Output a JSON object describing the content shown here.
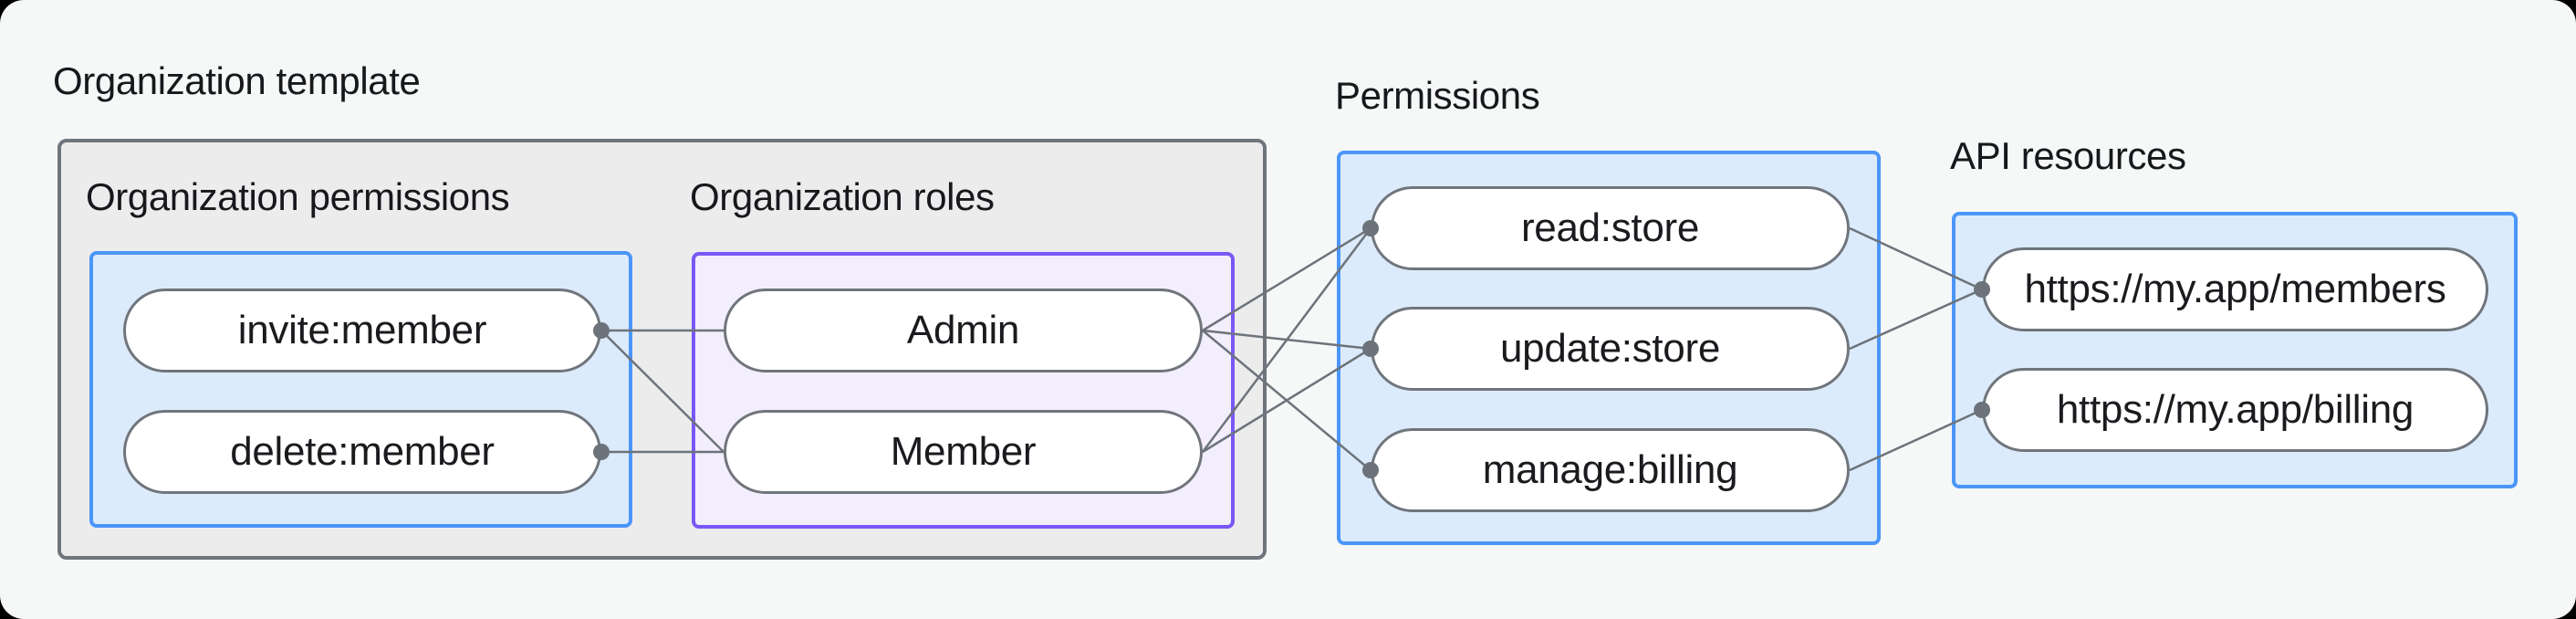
{
  "diagram": {
    "groups": {
      "organization_template": {
        "label": "Organization template"
      },
      "organization_permissions": {
        "label": "Organization permissions"
      },
      "organization_roles": {
        "label": "Organization roles"
      },
      "permissions": {
        "label": "Permissions"
      },
      "api_resources": {
        "label": "API resources"
      }
    },
    "nodes": [
      {
        "id": "invite-member",
        "label": "invite:member",
        "group": "organization_permissions"
      },
      {
        "id": "delete-member",
        "label": "delete:member",
        "group": "organization_permissions"
      },
      {
        "id": "admin",
        "label": "Admin",
        "group": "organization_roles"
      },
      {
        "id": "member",
        "label": "Member",
        "group": "organization_roles"
      },
      {
        "id": "read-store",
        "label": "read:store",
        "group": "permissions"
      },
      {
        "id": "update-store",
        "label": "update:store",
        "group": "permissions"
      },
      {
        "id": "manage-billing",
        "label": "manage:billing",
        "group": "permissions"
      },
      {
        "id": "api-members",
        "label": "https://my.app/members",
        "group": "api_resources"
      },
      {
        "id": "api-billing",
        "label": "https://my.app/billing",
        "group": "api_resources"
      }
    ],
    "edges": [
      {
        "from": "invite-member",
        "to": "admin"
      },
      {
        "from": "invite-member",
        "to": "member"
      },
      {
        "from": "delete-member",
        "to": "member"
      },
      {
        "from": "admin",
        "to": "read-store"
      },
      {
        "from": "admin",
        "to": "update-store"
      },
      {
        "from": "admin",
        "to": "manage-billing"
      },
      {
        "from": "member",
        "to": "read-store"
      },
      {
        "from": "member",
        "to": "update-store"
      },
      {
        "from": "read-store",
        "to": "api-members"
      },
      {
        "from": "update-store",
        "to": "api-members"
      },
      {
        "from": "manage-billing",
        "to": "api-billing"
      }
    ],
    "colors": {
      "page_background": "#f6f7f7",
      "frame_fill": "#ececed",
      "frame_border": "#6f757c",
      "blue_panel_fill": "#dcebfc",
      "blue_panel_border": "#4b96f8",
      "purple_panel_fill": "#f3eefd",
      "purple_panel_border": "#7a58f6",
      "pill_fill": "#ffffff",
      "pill_border": "#70757c",
      "line": "#6d737a",
      "dot": "#6d737a",
      "text": "#16181c"
    }
  }
}
